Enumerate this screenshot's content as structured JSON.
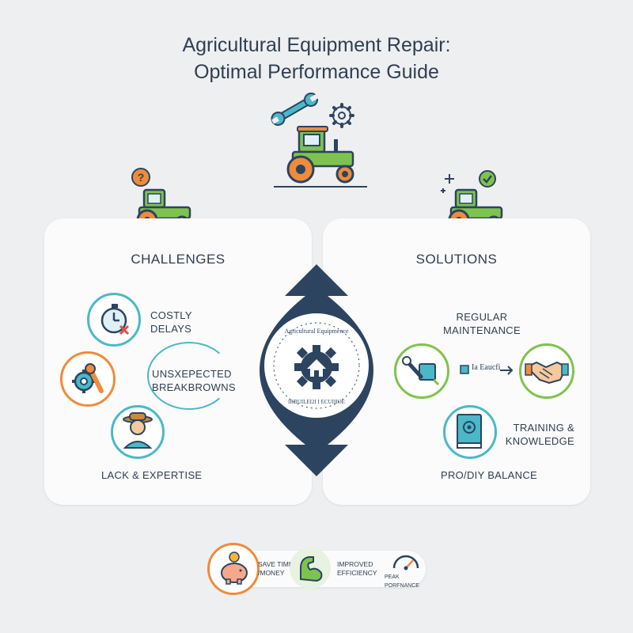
{
  "title": {
    "line1": "Agricultural Equipment Repair:",
    "line2": "Optimal Performance Guide"
  },
  "challenges": {
    "heading": "CHALLENGES",
    "items": [
      {
        "label": "COSTLY DELAYS",
        "icon": "stopwatch-cancel-icon"
      },
      {
        "label": "UNSXEPECTED BREAKBROWNS",
        "icon": "gear-wrench-icon"
      },
      {
        "label": "LACK & EXPERTISE",
        "icon": "farmer-icon"
      }
    ]
  },
  "solutions": {
    "heading": "SOLUTIONS",
    "items": [
      {
        "label": "REGULAR MAINTENANCE",
        "icon": "wrench-oilcan-icon"
      },
      {
        "label": "Ia Eaucfi",
        "icon": "oil-can-arrow-icon"
      },
      {
        "label": "TRAINING & KNOWLEDGE",
        "icon": "manual-book-icon"
      },
      {
        "label": "PRO/DIY BALANCE",
        "icon": "handshake-icon"
      }
    ]
  },
  "center": {
    "seal_top": "Agricultural Equipmence",
    "seal_bottom": "IRBUILEI2I I ECUIIIOE"
  },
  "benefits": [
    {
      "label": "SAVE TIME/ /MONEY",
      "icon": "piggy-bank-icon"
    },
    {
      "label": "IMPROVED EFFICIENCY",
      "icon": "flexed-arm-icon"
    },
    {
      "label": "PEAK PORFNANCE",
      "icon": "speedometer-icon"
    }
  ],
  "colors": {
    "navy": "#2c4460",
    "teal": "#4bb8c8",
    "orange": "#ef8b3a",
    "green": "#7ec34e"
  }
}
